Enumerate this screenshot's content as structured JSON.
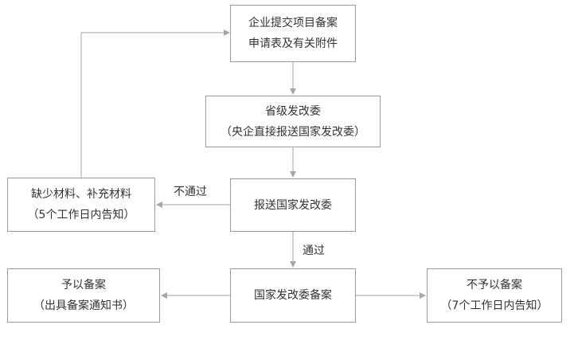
{
  "nodes": {
    "submit": {
      "line1": "企业提交项目备案",
      "line2": "申请表及有关附件"
    },
    "provincial": {
      "line1": "省级发改委",
      "line2": "（央企直接报送国家发改委）"
    },
    "forward": {
      "line1": "报送国家发改委"
    },
    "missing": {
      "line1": "缺少材料、补充材料",
      "line2": "（5个工作日内告知）"
    },
    "record": {
      "line1": "国家发改委备案"
    },
    "approve": {
      "line1": "予以备案",
      "line2": "（出具备案通知书）"
    },
    "reject": {
      "line1": "不予以备案",
      "line2": "（7个工作日内告知）"
    }
  },
  "edges": {
    "not_passed": "不通过",
    "passed": "通过"
  },
  "colors": {
    "border": "#9a9a9a",
    "arrow": "#a6a6a6",
    "text": "#333333"
  }
}
